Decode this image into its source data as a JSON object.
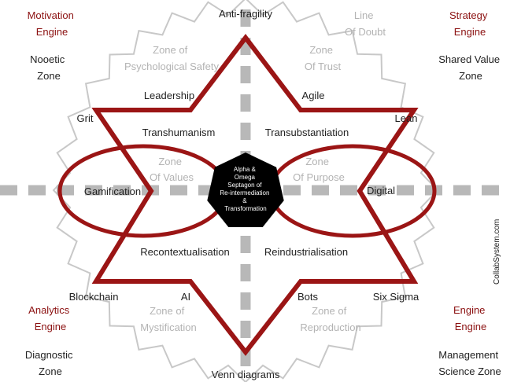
{
  "corners": {
    "top_left": {
      "engine": [
        "Motivation",
        "Engine"
      ],
      "zone": [
        "Nooetic",
        "Zone"
      ]
    },
    "top_right": {
      "engine": [
        "Strategy",
        "Engine"
      ],
      "zone": [
        "Shared Value",
        "Zone"
      ]
    },
    "bottom_left": {
      "engine": [
        "Analytics",
        "Engine"
      ],
      "zone": [
        "Diagnostic",
        "Zone"
      ]
    },
    "bottom_right": {
      "engine": [
        "Engine",
        "Engine"
      ],
      "zone": [
        "Management",
        "Science Zone"
      ]
    }
  },
  "star_points": {
    "top": "Anti-fragility",
    "upper_left": "Grit",
    "upper_right": "Lean",
    "lower_left": "Blockchain",
    "lower_right": "Six Sigma",
    "bottom": "Venn diagrams"
  },
  "inner_labels": {
    "leadership": "Leadership",
    "agile": "Agile",
    "transhumanism": "Transhumanism",
    "transubstantiation": "Transubstantiation",
    "gamification": "Gamification",
    "digital": "Digital",
    "recontextualisation": "Recontextualisation",
    "reindustrialisation": "Reindustrialisation",
    "ai": "AI",
    "bots": "Bots"
  },
  "zones": {
    "line_of_doubt": [
      "Line",
      "Of Doubt"
    ],
    "psychological_safety": [
      "Zone of",
      "Psychological Safety"
    ],
    "trust": [
      "Zone",
      "Of Trust"
    ],
    "values": [
      "Zone",
      "Of Values"
    ],
    "purpose": [
      "Zone",
      "Of Purpose"
    ],
    "mystification": [
      "Zone of",
      "Mystification"
    ],
    "reproduction": [
      "Zone of",
      "Reproduction"
    ]
  },
  "center": [
    "Alpha &",
    "Omega",
    "Septagon of",
    "Re-intermediation",
    "&",
    "Transformation"
  ],
  "credit": "CollabSystem.com",
  "colors": {
    "star": "#9b1515",
    "engine_text": "#8b1010",
    "zone_text": "#b3b3b3",
    "dashes": "#b8b8b8",
    "sunburst": "#c8c8c8",
    "septagon": "#000000"
  }
}
